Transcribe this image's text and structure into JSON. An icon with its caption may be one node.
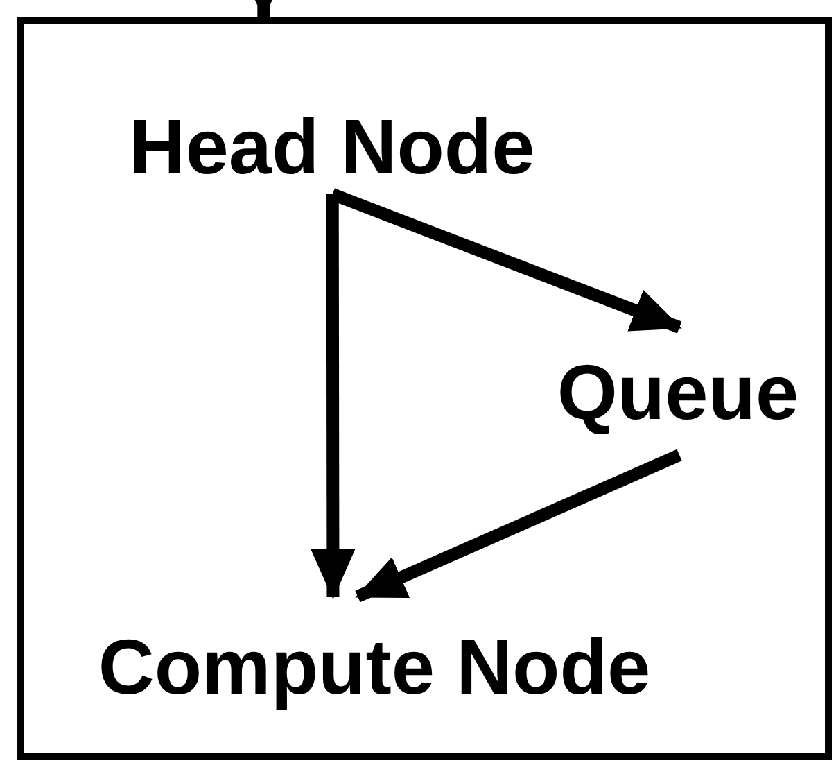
{
  "diagram": {
    "nodes": [
      {
        "text": [],
        "shape": "box"
      },
      {
        "text": [
          "Head Node"
        ],
        "in": 0
      },
      {
        "text": [
          "Queue"
        ],
        "in": 0
      },
      {
        "text": [
          "Compute Node"
        ],
        "in": 0
      }
    ],
    "edges": [
      {
        "from": null,
        "to": 0,
        "arrow": "to"
      },
      {
        "from": 1,
        "to": 2,
        "arrow": "to"
      },
      {
        "from": 1,
        "to": 3,
        "arrow": "to"
      },
      {
        "from": 2,
        "to": 3,
        "arrow": "to"
      }
    ]
  }
}
